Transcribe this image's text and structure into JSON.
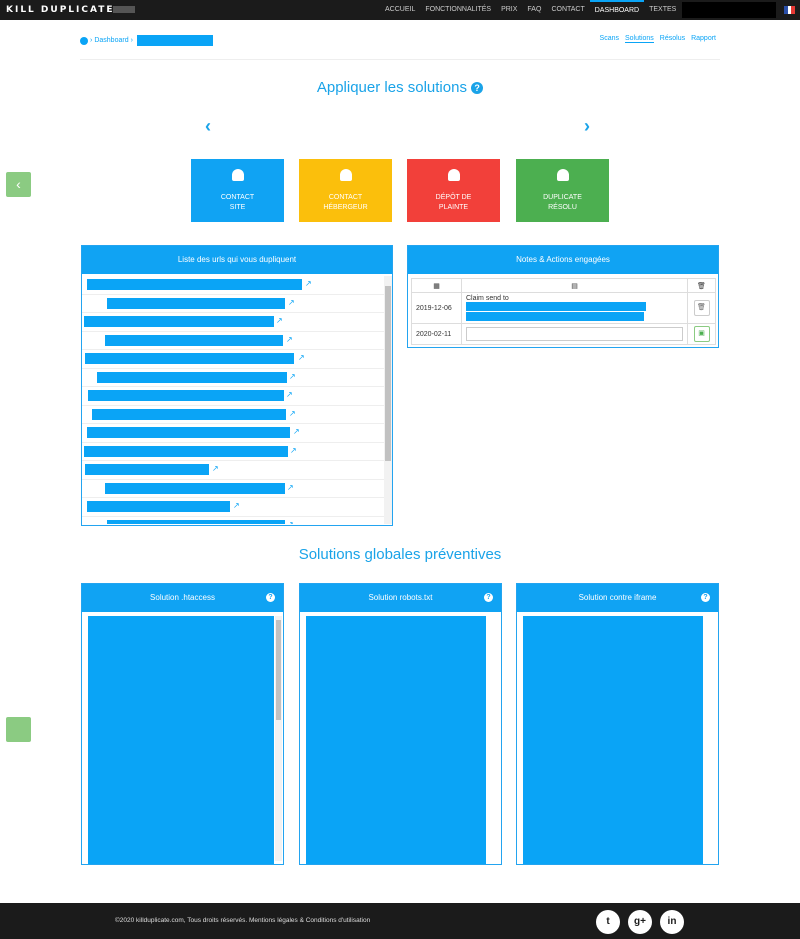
{
  "nav": {
    "brand": "KILL DUPLICATE",
    "items": [
      {
        "label": "ACCUEIL"
      },
      {
        "label": "FONCTIONNALITÉS"
      },
      {
        "label": "PRIX"
      },
      {
        "label": "FAQ"
      },
      {
        "label": "CONTACT"
      },
      {
        "label": "DASHBOARD"
      },
      {
        "label": "TEXTES"
      }
    ],
    "active": "DASHBOARD"
  },
  "breadcrumb": {
    "home": "Dashboard"
  },
  "subnav": [
    "Scans",
    "Solutions",
    "Résolus",
    "Rapport"
  ],
  "apply_title": "Appliquer les solutions",
  "chevrons": {
    "left": "‹",
    "right": "›"
  },
  "tiles": [
    {
      "label1": "CONTACT",
      "label2": "SITE",
      "color": "#10a3f3"
    },
    {
      "label1": "CONTACT",
      "label2": "HÉBERGEUR",
      "color": "#fbbf0c"
    },
    {
      "label1": "DÉPÔT DE",
      "label2": "PLAINTE",
      "color": "#f2403a"
    },
    {
      "label1": "DUPLICATE",
      "label2": "RÉSOLU",
      "color": "#4caf50"
    }
  ],
  "url_panel": {
    "title": "Liste des urls qui vous dupliquent"
  },
  "notes_panel": {
    "title": "Notes & Actions engagées",
    "rows": [
      {
        "date": "2019-12-06",
        "text": "Claim send to"
      },
      {
        "date": "2020-02-11",
        "text": ""
      }
    ]
  },
  "global_title": "Solutions globales préventives",
  "solutions": [
    {
      "title": "Solution .htaccess"
    },
    {
      "title": "Solution robots.txt"
    },
    {
      "title": "Solution contre iframe"
    }
  ],
  "footer": {
    "text": "©2020 killduplicate.com, Tous droits réservés. Mentions légales & Conditions d'utilisation"
  },
  "social": [
    {
      "icon": "twitter-icon",
      "glyph": "t"
    },
    {
      "icon": "google-plus-icon",
      "glyph": "g+"
    },
    {
      "icon": "linkedin-icon",
      "glyph": "in"
    }
  ],
  "colors": {
    "accent": "#10a3f3",
    "dark": "#1b1b1b",
    "side_button": "#8bcb82"
  }
}
